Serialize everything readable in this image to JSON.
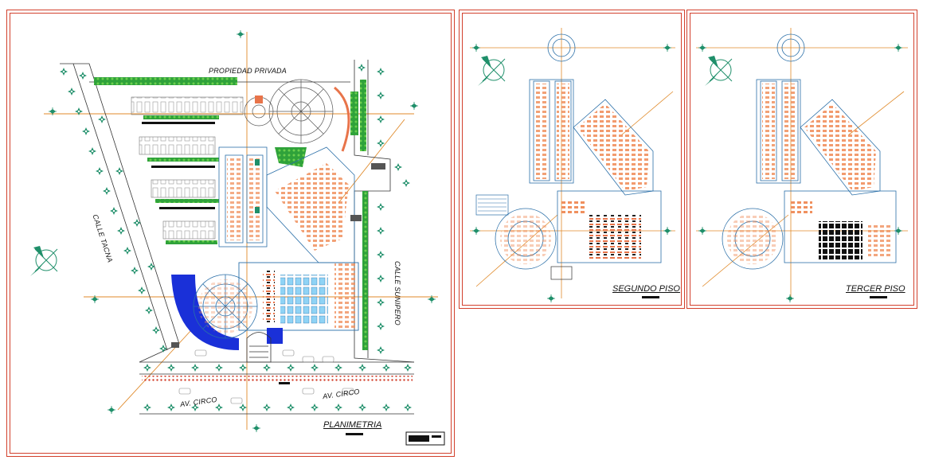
{
  "drawing": {
    "sheets": [
      {
        "title": "PLANIMETRIA"
      },
      {
        "title": "SEGUNDO PISO"
      },
      {
        "title": "TERCER PISO"
      }
    ],
    "streets": {
      "top": "PROPIEDAD PRIVADA",
      "left": "CALLE TACNA",
      "right": "CALLE SUNIPERO",
      "bottom_left": "AV. CIRCO",
      "bottom_right": "AV. CIRCO"
    },
    "colors": {
      "border": "#d2402c",
      "axis": "#e08a2a",
      "walls": "#2a6fa8",
      "furniture": "#e8744a",
      "trees": "#1f8f6a",
      "grass": "#2fa23a",
      "water": "#1a30d8"
    },
    "icons": [
      "north-arrow-icon",
      "tree-icon"
    ]
  }
}
